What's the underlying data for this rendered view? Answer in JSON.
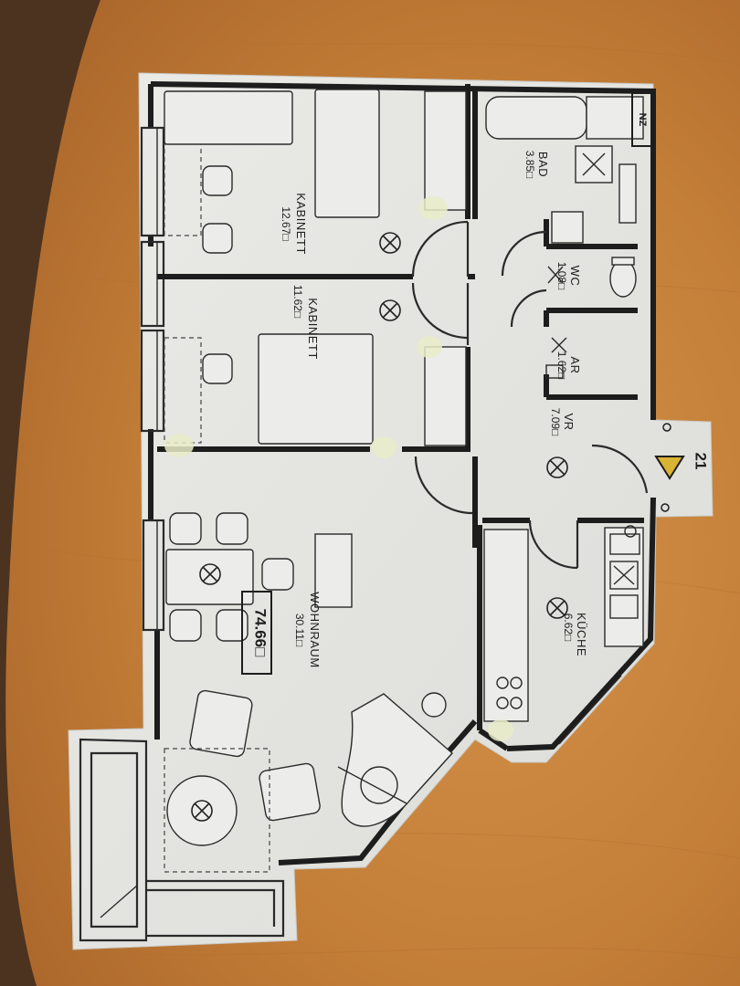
{
  "plan": {
    "total_area": "74.66□",
    "unit_number": "21",
    "north": "NZ",
    "rooms": [
      {
        "id": "kabinett-1",
        "label": "KABINETT",
        "area": "12.67□"
      },
      {
        "id": "kabinett-2",
        "label": "KABINETT",
        "area": "11.62□"
      },
      {
        "id": "bad",
        "label": "BAD",
        "area": "3.85□"
      },
      {
        "id": "wc",
        "label": "WC",
        "area": "1.08□"
      },
      {
        "id": "ar",
        "label": "AR",
        "area": "1.62□"
      },
      {
        "id": "vr",
        "label": "VR",
        "area": "7.09□"
      },
      {
        "id": "wohnraum",
        "label": "WOHNRAUM",
        "area": "30.11□"
      },
      {
        "id": "kueche",
        "label": "KÜCHE",
        "area": "6.62□"
      }
    ]
  },
  "colors": {
    "table_wood": "#c8853e",
    "paper": "#e6e6e3",
    "lines": "#1d1d1d"
  }
}
